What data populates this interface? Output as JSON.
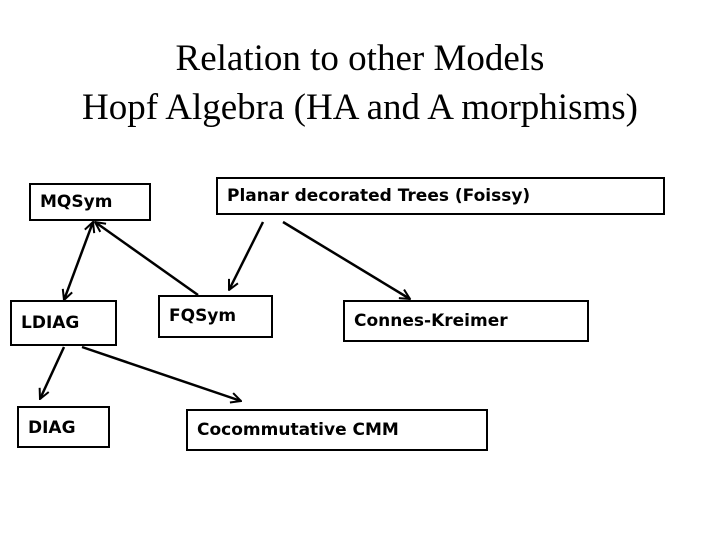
{
  "slide": {
    "title_line1": "Relation to other Models",
    "title_line2": "Hopf Algebra (HA and A morphisms)"
  },
  "diagram": {
    "nodes": {
      "mqsym": "MQSym",
      "planar_trees": "Planar decorated Trees (Foissy)",
      "ldiag": "LDIAG",
      "fqsym": "FQSym",
      "connes_kreimer": "Connes-Kreimer",
      "diag": "DIAG",
      "cocommutative_cmm": "Cocommutative CMM"
    },
    "edges": [
      {
        "from": "ldiag",
        "to": "mqsym",
        "bidirectional": true
      },
      {
        "from": "fqsym",
        "to": "mqsym",
        "bidirectional": false
      },
      {
        "from": "planar_trees",
        "to": "fqsym",
        "bidirectional": false
      },
      {
        "from": "planar_trees",
        "to": "connes_kreimer",
        "bidirectional": false
      },
      {
        "from": "ldiag",
        "to": "diag",
        "bidirectional": false
      },
      {
        "from": "ldiag",
        "to": "cocommutative_cmm",
        "bidirectional": false
      }
    ],
    "colors": {
      "stroke": "#000000",
      "text": "#000000",
      "background": "#ffffff"
    }
  }
}
